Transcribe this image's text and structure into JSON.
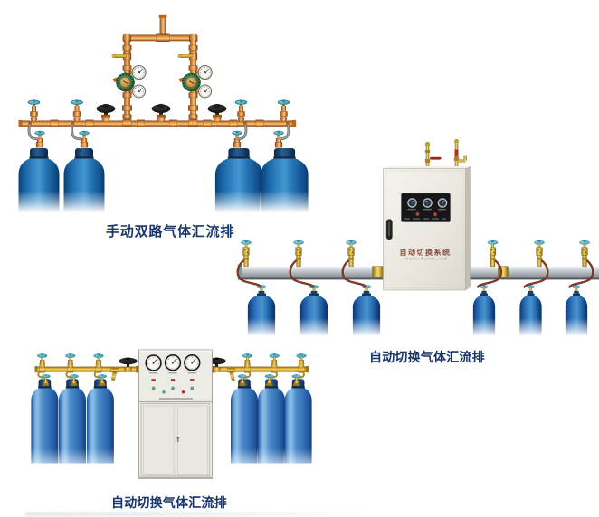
{
  "page": {
    "background": "#ffffff",
    "description": "product photo collage of three gas manifold systems"
  },
  "products": [
    {
      "id": "manual-dual-manifold",
      "caption": "手动双路气体汇流排"
    },
    {
      "id": "auto-switch-wall-manifold",
      "caption": "自动切换气体汇流排",
      "cabinet_label": "自动切换系统",
      "cabinet_sublabel": "AUTOMATIC MANIFOLD SYSTEM"
    },
    {
      "id": "auto-switch-floor-manifold",
      "caption": "自动切换气体汇流排"
    }
  ],
  "colors": {
    "caption_text": "#18356b",
    "copper_pipe": "#cf7f33",
    "yellow_brass": "#d8b840",
    "teal_handwheel": "#4aa6ba",
    "black_handwheel": "#161616",
    "regulator_green": "#2e7245",
    "cylinder_blue_dark": "#155e9e",
    "cylinder_blue_light": "#5fa5dc",
    "grey_hose": "#7a7a7a",
    "maroon_hose": "#6b2a1b",
    "cabinet_body": "#edebe5",
    "cabinet_panel": "#17171a",
    "cabinet_label_red": "#8a4a40",
    "rail_silver": "#b8bcc2"
  }
}
